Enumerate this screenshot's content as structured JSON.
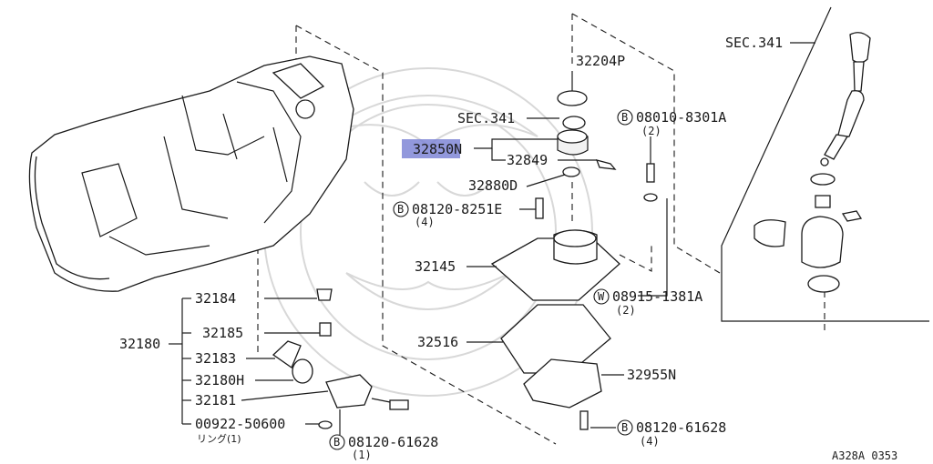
{
  "diagram_code": "A328A 0353",
  "highlighted_part": "32850N",
  "callouts": {
    "sec341_top": "SEC.341",
    "p32204P": "32204P",
    "sec341_mid": "SEC.341",
    "p32850N": "32850N",
    "p32849": "32849",
    "p32880D": "32880D",
    "bolt_08010_letter": "B",
    "bolt_08010": "08010-8301A",
    "bolt_08010_qty": "(2)",
    "bolt_08120_8251_letter": "B",
    "bolt_08120_8251": "08120-8251E",
    "bolt_08120_8251_qty": "(4)",
    "p32145": "32145",
    "washer_08915_letter": "W",
    "washer_08915": "08915-1381A",
    "washer_08915_qty": "(2)",
    "p32516": "32516",
    "p32955N": "32955N",
    "bolt_08120_61628_right_letter": "B",
    "bolt_08120_61628_right": "08120-61628",
    "bolt_08120_61628_right_qty": "(4)",
    "p32184": "32184",
    "p32185": "32185",
    "p32180": "32180",
    "p32183": "32183",
    "p32180H": "32180H",
    "p32181": "32181",
    "ring_00922": "00922-50600",
    "ring_00922_note": "リング(1)",
    "bolt_08120_61628_left_letter": "B",
    "bolt_08120_61628_left": "08120-61628",
    "bolt_08120_61628_left_qty": "(1)"
  },
  "colors": {
    "line": "#1a1a1a",
    "highlight": "#7f86d6",
    "watermark": "#d8d8d8",
    "background": "#ffffff"
  }
}
